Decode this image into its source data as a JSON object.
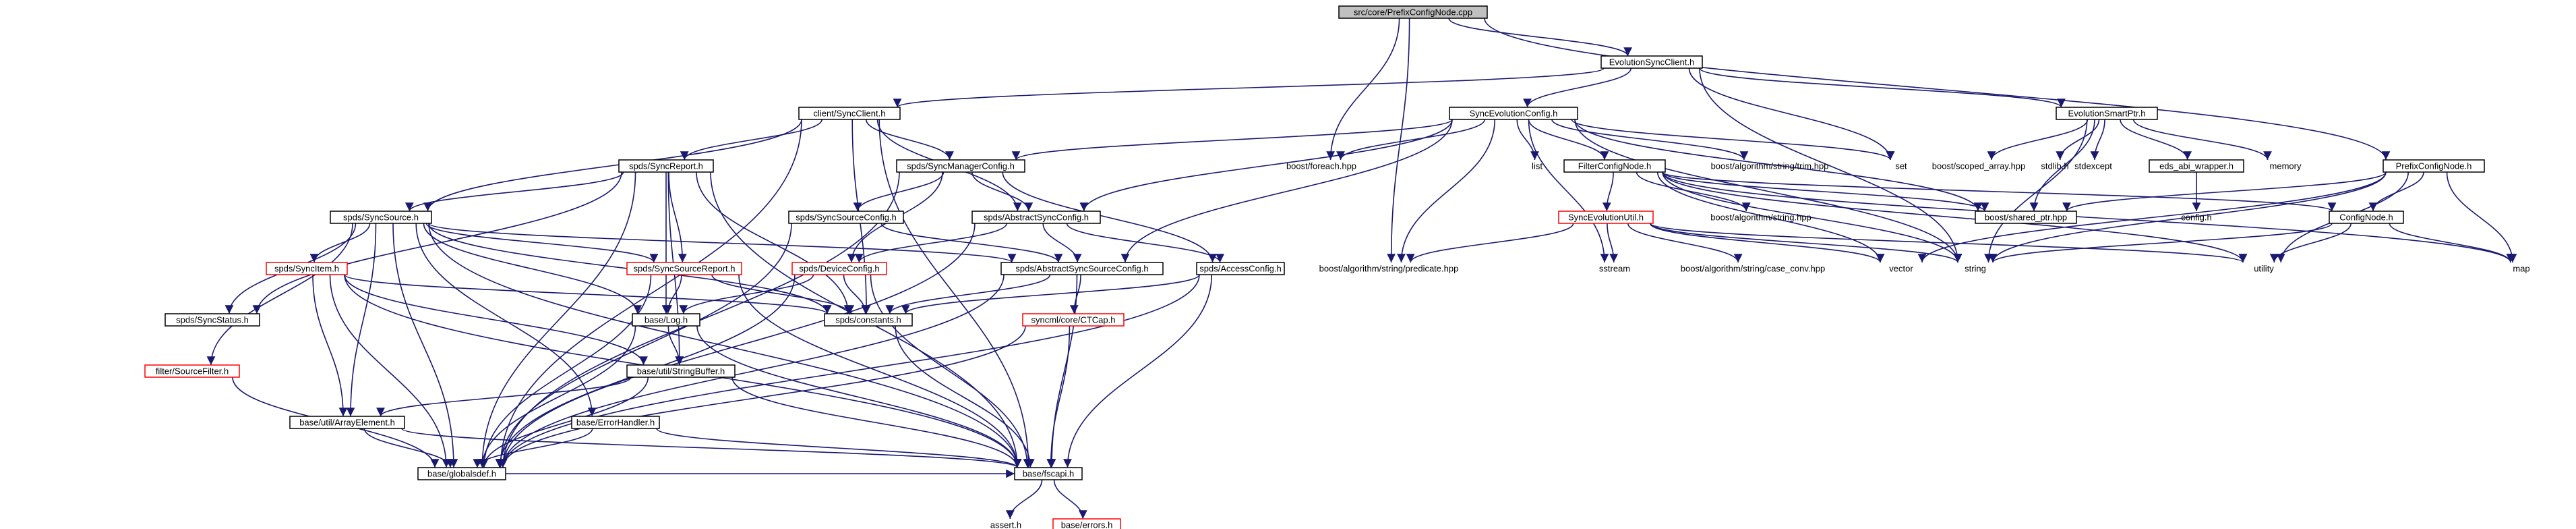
{
  "colors": {
    "edge": "#191970",
    "box_stroke": "#000000",
    "root_fill": "#c0c0c0",
    "box_fill": "#ffffff",
    "red_stroke": "#ff0000"
  },
  "nodes": [
    {
      "id": "root",
      "label": "src/core/PrefixConfigNode.cpp",
      "style": "root"
    },
    {
      "id": "esc",
      "label": "EvolutionSyncClient.h",
      "style": "box"
    },
    {
      "id": "csc",
      "label": "client/SyncClient.h",
      "style": "box"
    },
    {
      "id": "sec",
      "label": "SyncEvolutionConfig.h",
      "style": "box"
    },
    {
      "id": "esp",
      "label": "EvolutionSmartPtr.h",
      "style": "box"
    },
    {
      "id": "pcn",
      "label": "PrefixConfigNode.h",
      "style": "box"
    },
    {
      "id": "ssr",
      "label": "spds/SyncReport.h",
      "style": "box"
    },
    {
      "id": "smc",
      "label": "spds/SyncManagerConfig.h",
      "style": "box"
    },
    {
      "id": "bfe",
      "label": "boost/foreach.hpp",
      "style": "plain"
    },
    {
      "id": "lst",
      "label": "list",
      "style": "plain"
    },
    {
      "id": "fcn",
      "label": "FilterConfigNode.h",
      "style": "box"
    },
    {
      "id": "btr",
      "label": "boost/algorithm/string/trim.hpp",
      "style": "plain"
    },
    {
      "id": "set",
      "label": "set",
      "style": "plain"
    },
    {
      "id": "bsa",
      "label": "boost/scoped_array.hpp",
      "style": "plain"
    },
    {
      "id": "stl",
      "label": "stdlib.h",
      "style": "plain"
    },
    {
      "id": "sex",
      "label": "stdexcept",
      "style": "plain"
    },
    {
      "id": "eaw",
      "label": "eds_abi_wrapper.h",
      "style": "box"
    },
    {
      "id": "mem",
      "label": "memory",
      "style": "plain"
    },
    {
      "id": "sss",
      "label": "spds/SyncSource.h",
      "style": "box"
    },
    {
      "id": "ssc",
      "label": "spds/SyncSourceConfig.h",
      "style": "box"
    },
    {
      "id": "asc",
      "label": "spds/AbstractSyncConfig.h",
      "style": "box"
    },
    {
      "id": "seu",
      "label": "SyncEvolutionUtil.h",
      "style": "red"
    },
    {
      "id": "bas",
      "label": "boost/algorithm/string.hpp",
      "style": "plain"
    },
    {
      "id": "bsp",
      "label": "boost/shared_ptr.hpp",
      "style": "box"
    },
    {
      "id": "cfg",
      "label": "config.h",
      "style": "plain"
    },
    {
      "id": "cnh",
      "label": "ConfigNode.h",
      "style": "box"
    },
    {
      "id": "sit",
      "label": "spds/SyncItem.h",
      "style": "red"
    },
    {
      "id": "srp",
      "label": "spds/SyncSourceReport.h",
      "style": "red"
    },
    {
      "id": "dev",
      "label": "spds/DeviceConfig.h",
      "style": "red"
    },
    {
      "id": "assc",
      "label": "spds/AbstractSyncSourceConfig.h",
      "style": "box"
    },
    {
      "id": "acc",
      "label": "spds/AccessConfig.h",
      "style": "box"
    },
    {
      "id": "bpr",
      "label": "boost/algorithm/string/predicate.hpp",
      "style": "plain"
    },
    {
      "id": "sst",
      "label": "sstream",
      "style": "plain"
    },
    {
      "id": "bcc",
      "label": "boost/algorithm/string/case_conv.hpp",
      "style": "plain"
    },
    {
      "id": "vec",
      "label": "vector",
      "style": "plain"
    },
    {
      "id": "str",
      "label": "string",
      "style": "plain"
    },
    {
      "id": "utl",
      "label": "utility",
      "style": "plain"
    },
    {
      "id": "map",
      "label": "map",
      "style": "plain"
    },
    {
      "id": "sstat",
      "label": "spds/SyncStatus.h",
      "style": "box"
    },
    {
      "id": "log",
      "label": "base/Log.h",
      "style": "box"
    },
    {
      "id": "con",
      "label": "spds/constants.h",
      "style": "box"
    },
    {
      "id": "cta",
      "label": "syncml/core/CTCap.h",
      "style": "red"
    },
    {
      "id": "sfl",
      "label": "filter/SourceFilter.h",
      "style": "red"
    },
    {
      "id": "sbf",
      "label": "base/util/StringBuffer.h",
      "style": "box"
    },
    {
      "id": "arr",
      "label": "base/util/ArrayElement.h",
      "style": "box"
    },
    {
      "id": "erh",
      "label": "base/ErrorHandler.h",
      "style": "box"
    },
    {
      "id": "gd",
      "label": "base/globalsdef.h",
      "style": "box"
    },
    {
      "id": "fc",
      "label": "base/fscapi.h",
      "style": "box"
    },
    {
      "id": "ast",
      "label": "assert.h",
      "style": "plain"
    },
    {
      "id": "err",
      "label": "base/errors.h",
      "style": "red"
    }
  ],
  "edges": [
    [
      "root",
      "esc"
    ],
    [
      "root",
      "bfe"
    ],
    [
      "root",
      "pcn"
    ],
    [
      "root",
      "bpr"
    ],
    [
      "esc",
      "csc"
    ],
    [
      "esc",
      "sec"
    ],
    [
      "esc",
      "esp"
    ],
    [
      "esc",
      "set"
    ],
    [
      "esc",
      "str"
    ],
    [
      "csc",
      "ssr"
    ],
    [
      "csc",
      "sss"
    ],
    [
      "csc",
      "smc"
    ],
    [
      "csc",
      "asc"
    ],
    [
      "csc",
      "gd"
    ],
    [
      "csc",
      "fc"
    ],
    [
      "csc",
      "con"
    ],
    [
      "sec",
      "smc"
    ],
    [
      "sec",
      "bfe"
    ],
    [
      "sec",
      "lst"
    ],
    [
      "sec",
      "fcn"
    ],
    [
      "sec",
      "btr"
    ],
    [
      "sec",
      "set"
    ],
    [
      "sec",
      "bsp"
    ],
    [
      "sec",
      "bpr"
    ],
    [
      "sec",
      "sst"
    ],
    [
      "sec",
      "asc"
    ],
    [
      "sec",
      "assc"
    ],
    [
      "sec",
      "str"
    ],
    [
      "esp",
      "bsa"
    ],
    [
      "esp",
      "stl"
    ],
    [
      "esp",
      "sex"
    ],
    [
      "esp",
      "eaw"
    ],
    [
      "esp",
      "mem"
    ],
    [
      "esp",
      "bsp"
    ],
    [
      "esp",
      "str"
    ],
    [
      "pcn",
      "cnh"
    ],
    [
      "pcn",
      "bsp"
    ],
    [
      "pcn",
      "map"
    ],
    [
      "pcn",
      "utl"
    ],
    [
      "pcn",
      "vec"
    ],
    [
      "pcn",
      "str"
    ],
    [
      "ssr",
      "sss"
    ],
    [
      "ssr",
      "srp"
    ],
    [
      "ssr",
      "sstat"
    ],
    [
      "ssr",
      "con"
    ],
    [
      "ssr",
      "gd"
    ],
    [
      "ssr",
      "fc"
    ],
    [
      "ssr",
      "log"
    ],
    [
      "ssr",
      "sbf"
    ],
    [
      "smc",
      "ssc"
    ],
    [
      "smc",
      "asc"
    ],
    [
      "smc",
      "dev"
    ],
    [
      "smc",
      "acc"
    ],
    [
      "smc",
      "gd"
    ],
    [
      "fcn",
      "seu"
    ],
    [
      "fcn",
      "bas"
    ],
    [
      "fcn",
      "bsp"
    ],
    [
      "fcn",
      "cnh"
    ],
    [
      "fcn",
      "map"
    ],
    [
      "fcn",
      "utl"
    ],
    [
      "fcn",
      "vec"
    ],
    [
      "fcn",
      "str"
    ],
    [
      "eaw",
      "cfg"
    ],
    [
      "sss",
      "sit"
    ],
    [
      "sss",
      "srp"
    ],
    [
      "sss",
      "sstat"
    ],
    [
      "sss",
      "assc"
    ],
    [
      "sss",
      "sfl"
    ],
    [
      "sss",
      "con"
    ],
    [
      "sss",
      "log"
    ],
    [
      "sss",
      "arr"
    ],
    [
      "sss",
      "erh"
    ],
    [
      "sss",
      "gd"
    ],
    [
      "sss",
      "fc"
    ],
    [
      "ssc",
      "assc"
    ],
    [
      "ssc",
      "gd"
    ],
    [
      "asc",
      "assc"
    ],
    [
      "asc",
      "acc"
    ],
    [
      "asc",
      "dev"
    ],
    [
      "asc",
      "gd"
    ],
    [
      "seu",
      "bpr"
    ],
    [
      "seu",
      "sst"
    ],
    [
      "seu",
      "bcc"
    ],
    [
      "seu",
      "vec"
    ],
    [
      "seu",
      "str"
    ],
    [
      "seu",
      "utl"
    ],
    [
      "cnh",
      "str"
    ],
    [
      "cnh",
      "map"
    ],
    [
      "cnh",
      "utl"
    ],
    [
      "sit",
      "sbf"
    ],
    [
      "sit",
      "arr"
    ],
    [
      "sit",
      "con"
    ],
    [
      "sit",
      "gd"
    ],
    [
      "sit",
      "fc"
    ],
    [
      "srp",
      "con"
    ],
    [
      "srp",
      "log"
    ],
    [
      "srp",
      "gd"
    ],
    [
      "srp",
      "fc"
    ],
    [
      "dev",
      "log"
    ],
    [
      "dev",
      "con"
    ],
    [
      "dev",
      "gd"
    ],
    [
      "dev",
      "fc"
    ],
    [
      "assc",
      "con"
    ],
    [
      "assc",
      "cta"
    ],
    [
      "assc",
      "fc"
    ],
    [
      "assc",
      "gd"
    ],
    [
      "acc",
      "con"
    ],
    [
      "acc",
      "gd"
    ],
    [
      "acc",
      "fc"
    ],
    [
      "log",
      "sbf"
    ],
    [
      "log",
      "gd"
    ],
    [
      "log",
      "fc"
    ],
    [
      "cta",
      "gd"
    ],
    [
      "cta",
      "fc"
    ],
    [
      "sfl",
      "gd"
    ],
    [
      "sbf",
      "arr"
    ],
    [
      "sbf",
      "gd"
    ],
    [
      "sbf",
      "fc"
    ],
    [
      "arr",
      "gd"
    ],
    [
      "arr",
      "fc"
    ],
    [
      "erh",
      "gd"
    ],
    [
      "erh",
      "fc"
    ],
    [
      "con",
      "fc"
    ],
    [
      "fc",
      "ast"
    ],
    [
      "fc",
      "err"
    ],
    [
      "gd",
      "fc"
    ]
  ]
}
